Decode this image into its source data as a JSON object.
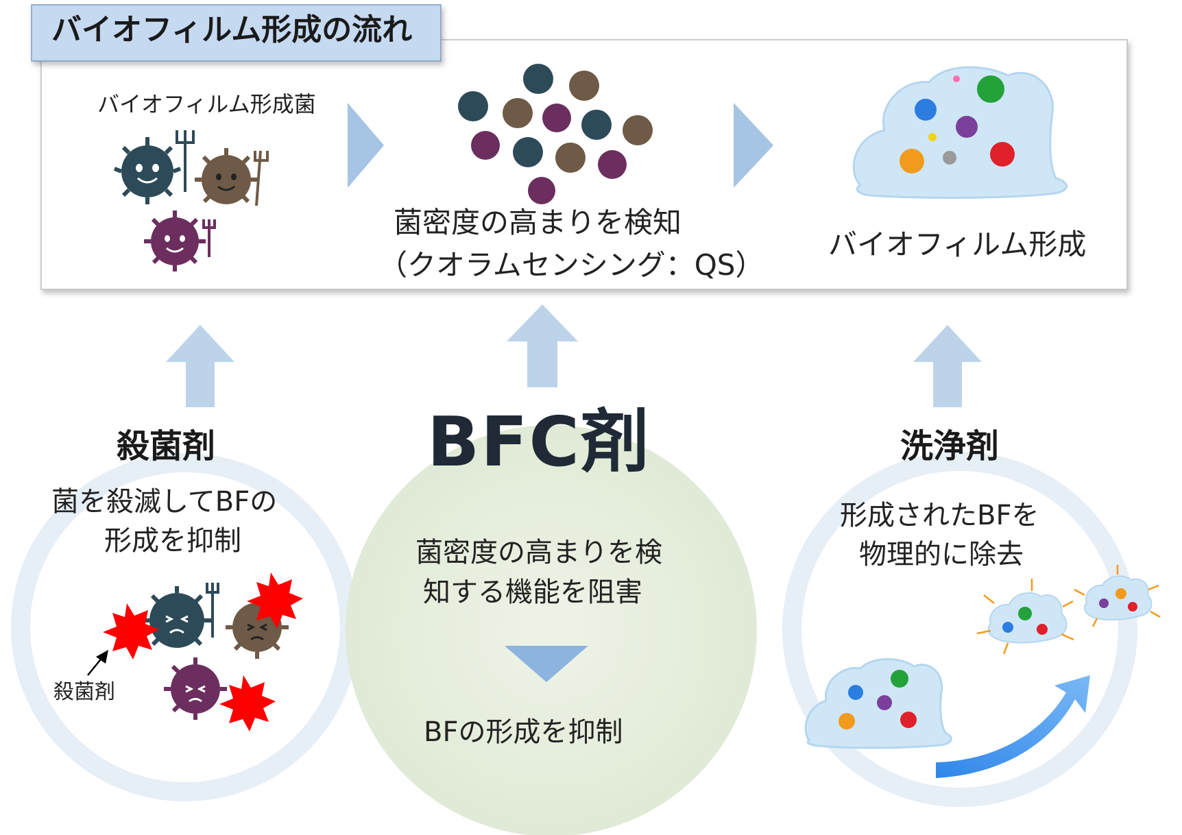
{
  "title": "バイオフィルム形成の流れ",
  "flow": {
    "stage1_label": "バイオフィルム形成菌",
    "stage2_line1": "菌密度の高まりを検知",
    "stage2_line2": "（クオラムセンシング：QS）",
    "stage3_label": "バイオフィルム形成"
  },
  "bactericide": {
    "heading": "殺菌剤",
    "desc_line1": "菌を殺滅してBFの",
    "desc_line2": "形成を抑制",
    "pointer_label": "殺菌剤"
  },
  "bfc": {
    "heading": "BFC剤",
    "desc_line1": "菌密度の高まりを検",
    "desc_line2": "知する機能を阻害",
    "result": "BFの形成を抑制"
  },
  "detergent": {
    "heading": "洗浄剤",
    "desc_line1": "形成されたBFを",
    "desc_line2": "物理的に除去"
  },
  "colors": {
    "title_tab_fill": "#c5d9f1",
    "flow_arrow": "#a6c4e4",
    "up_arrow": "#bcd3ea",
    "bfc_circle": "#e3ecd9",
    "ring": "#e6eef6",
    "biofilm": "#cfe6f7",
    "burst": "#ff0000",
    "germ_dark": "#2d4a58",
    "germ_brown": "#6e5a46",
    "germ_purple": "#6b2e5e"
  }
}
